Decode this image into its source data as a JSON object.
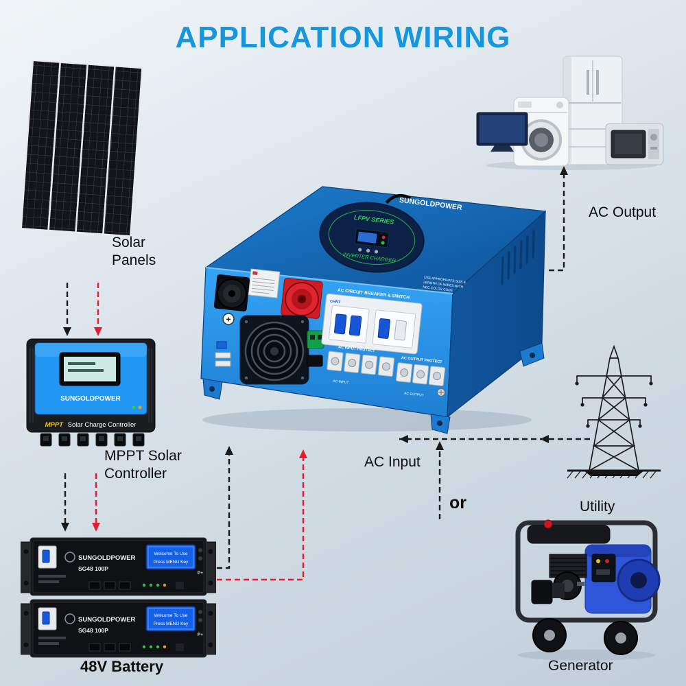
{
  "title": "APPLICATION WIRING",
  "labels": {
    "solar_line1": "Solar",
    "solar_line2": "Panels",
    "ac_output": "AC Output",
    "mppt_line1": "MPPT Solar",
    "mppt_line2": "Controller",
    "ac_input": "AC Input",
    "or": "or",
    "utility": "Utility",
    "generator": "Generator",
    "battery": "48V Battery"
  },
  "inverter": {
    "brand": "SUNGOLDPOWER",
    "badge_series": "LFPV SERIES",
    "badge_product": "INVERTER CHARGER",
    "breaker_title": "AC CIRCUIT BREAKER & SWITCH",
    "breaker_brand": "CHNT",
    "note_line1": "USE APPROPRIATE SIZE &",
    "note_line2": "LENGTH OF WIRES WITH",
    "note_line3": "NEC COLOR CODE",
    "input_protect": "AC INPUT PROTECT",
    "output_protect": "AC OUTPUT PROTECT",
    "term_ac_input": "AC INPUT",
    "term_ac_output": "AC OUTPUT",
    "polarity_left": "+",
    "polarity_right": "+"
  },
  "mppt": {
    "brand": "SUNGOLDPOWER",
    "caption_mppt": "MPPT",
    "caption_rest": "Solar Charge Controller"
  },
  "battery_unit": {
    "brand": "SUNGOLDPOWER",
    "model": "SG48 100P",
    "screen_line1": "Welcome To Use",
    "screen_line2": "Press MENU Key",
    "terminal": "P+"
  },
  "colors": {
    "title_blue": "#1697dd",
    "inverter_blue": "#2798f0",
    "arrow_red": "#e81b2d",
    "arrow_black": "#1a1a1a",
    "mppt_yellow": "#f5c518",
    "battery_screen_blue": "#1560e8"
  }
}
